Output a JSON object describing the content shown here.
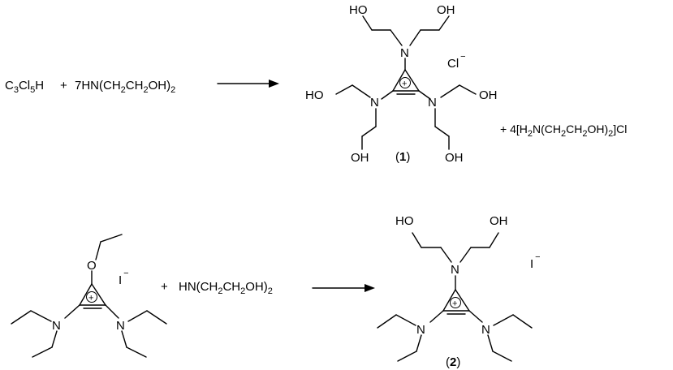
{
  "reaction1": {
    "reactant_a": {
      "main": "C",
      "s1": "3",
      "m1": "Cl",
      "s2": "5",
      "m2": "H"
    },
    "plus1": "+",
    "reactant_b": {
      "main": "7HN(CH",
      "s1": "2",
      "m1": "CH",
      "s2": "2",
      "m2": "OH)",
      "s3": "2"
    },
    "product_label_open": "(",
    "product_label_num": "1",
    "product_label_close": ")",
    "counter_ion": "Cl",
    "counter_charge": "−",
    "byproduct": {
      "pre": "+  4[H",
      "s1": "2",
      "m1": "N(CH",
      "s2": "2",
      "m2": "CH",
      "s3": "2",
      "m3": "OH)",
      "s4": "2",
      "m4": "]Cl"
    },
    "atoms": {
      "N": "N",
      "OH": "OH",
      "HO": "HO",
      "charge": "+"
    }
  },
  "reaction2": {
    "reactant_anion": "I",
    "reactant_anion_charge": "−",
    "plus1": "+",
    "reactant_b": {
      "main": "HN(CH",
      "s1": "2",
      "m1": "CH",
      "s2": "2",
      "m2": "OH)",
      "s3": "2"
    },
    "product_label_open": "(",
    "product_label_num": "2",
    "product_label_close": ")",
    "counter_ion": "I",
    "counter_charge": "−",
    "atoms": {
      "N": "N",
      "O": "O",
      "OH": "OH",
      "HO": "HO",
      "charge": "+"
    }
  }
}
